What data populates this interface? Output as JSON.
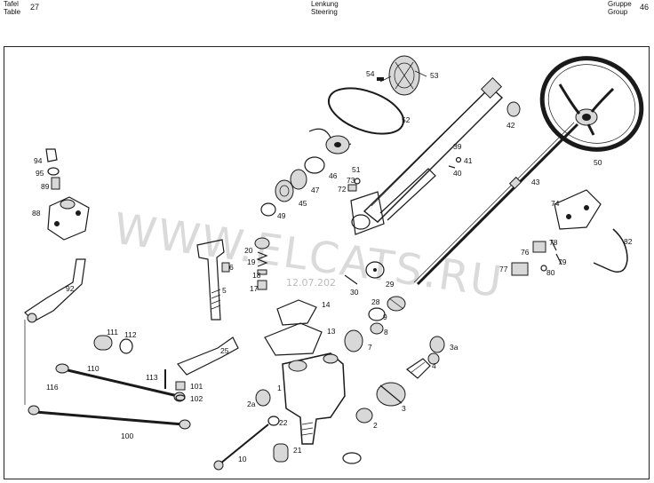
{
  "header": {
    "left_label_1": "Tafel",
    "left_label_2": "Table",
    "left_number": "27",
    "center_label_1": "Lenkung",
    "center_label_2": "Steering",
    "right_label_1": "Gruppe",
    "right_label_2": "Group",
    "right_number": "46"
  },
  "watermark": {
    "text": "WWW.ELCATS.RU",
    "date": "12.07.202"
  },
  "callouts": [
    "54",
    "53",
    "52",
    "42",
    "51",
    "50",
    "39",
    "41",
    "40",
    "73",
    "72",
    "47",
    "46",
    "45",
    "49",
    "43",
    "94",
    "95",
    "89",
    "88",
    "74",
    "76",
    "78",
    "79",
    "77",
    "80",
    "82",
    "20",
    "19",
    "18",
    "17",
    "6",
    "5",
    "29",
    "30",
    "28",
    "9",
    "8",
    "14",
    "13",
    "7",
    "4",
    "3a",
    "92",
    "111",
    "112",
    "25",
    "110",
    "113",
    "101",
    "102",
    "116",
    "100",
    "1",
    "2a",
    "22",
    "3",
    "2",
    "21",
    "10"
  ]
}
